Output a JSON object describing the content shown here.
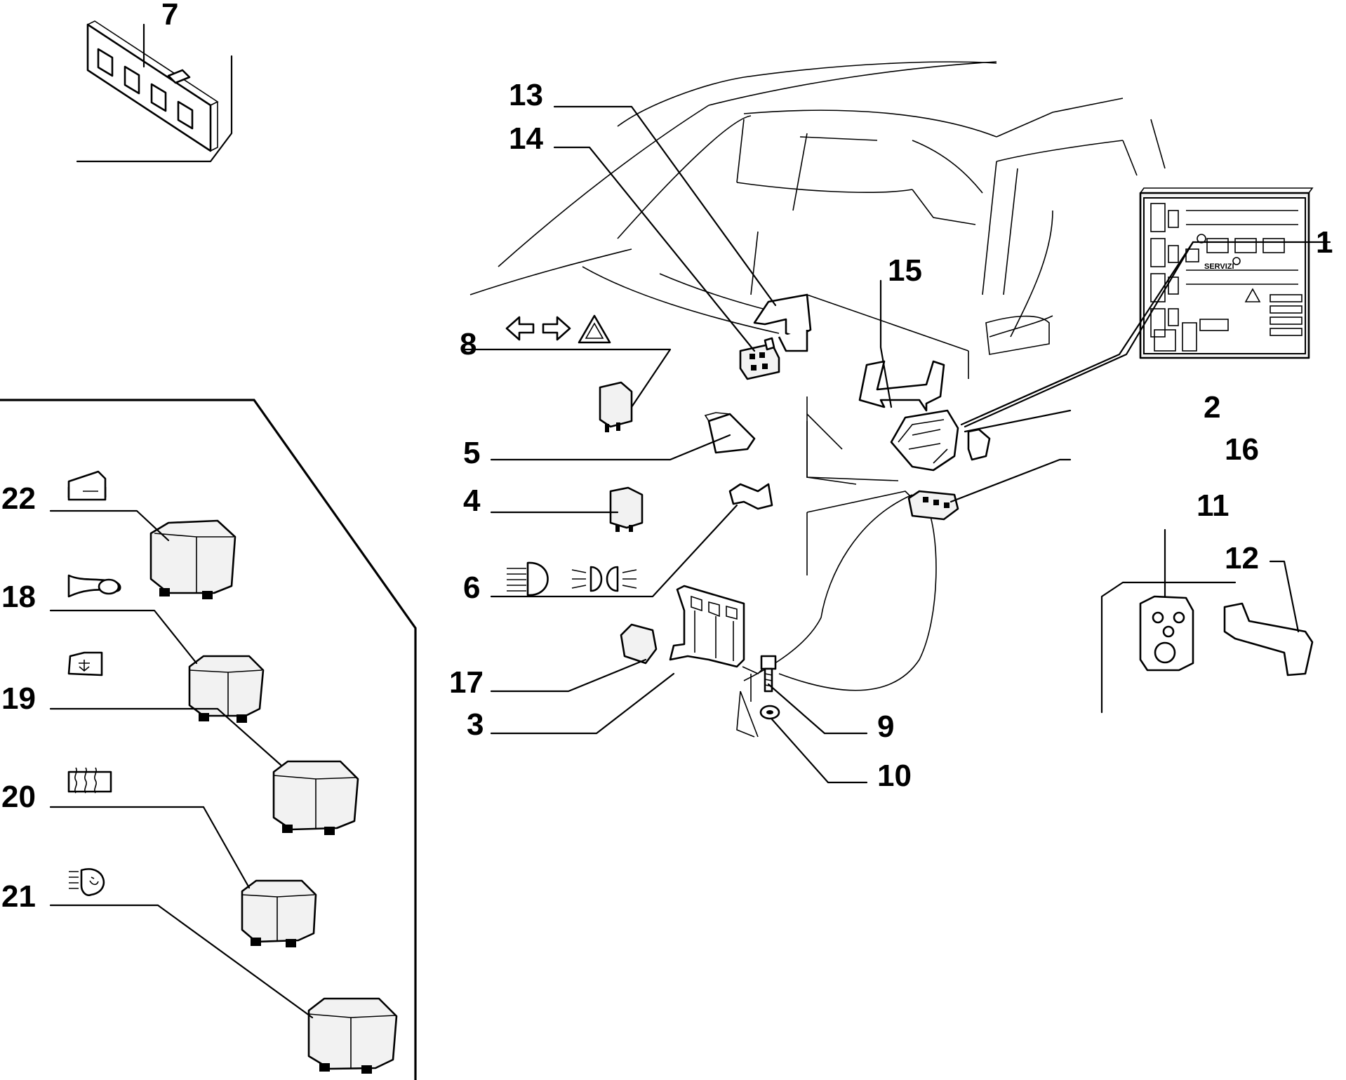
{
  "callouts": [
    {
      "id": "1",
      "label": "1"
    },
    {
      "id": "2",
      "label": "2"
    },
    {
      "id": "3",
      "label": "3"
    },
    {
      "id": "4",
      "label": "4"
    },
    {
      "id": "5",
      "label": "5"
    },
    {
      "id": "6",
      "label": "6"
    },
    {
      "id": "7",
      "label": "7"
    },
    {
      "id": "8",
      "label": "8"
    },
    {
      "id": "9",
      "label": "9"
    },
    {
      "id": "10",
      "label": "10"
    },
    {
      "id": "11",
      "label": "11"
    },
    {
      "id": "12",
      "label": "12"
    },
    {
      "id": "13",
      "label": "13"
    },
    {
      "id": "14",
      "label": "14"
    },
    {
      "id": "15",
      "label": "15"
    },
    {
      "id": "16",
      "label": "16"
    },
    {
      "id": "17",
      "label": "17"
    },
    {
      "id": "18",
      "label": "18"
    },
    {
      "id": "19",
      "label": "19"
    },
    {
      "id": "20",
      "label": "20"
    },
    {
      "id": "21",
      "label": "21"
    },
    {
      "id": "22",
      "label": "22"
    }
  ],
  "fuse_box_label": "SERVIZI",
  "symbols": {
    "8": "turn-signal-hazard-symbol",
    "6": "headlight-high-low-beam-symbol",
    "22": "power-window-symbol",
    "18": "horn-symbol",
    "19": "door-lock-symbol",
    "20": "rear-defroster-symbol",
    "21": "headlight-washer-symbol"
  },
  "colors": {
    "ink": "#000000",
    "paper": "#ffffff"
  }
}
